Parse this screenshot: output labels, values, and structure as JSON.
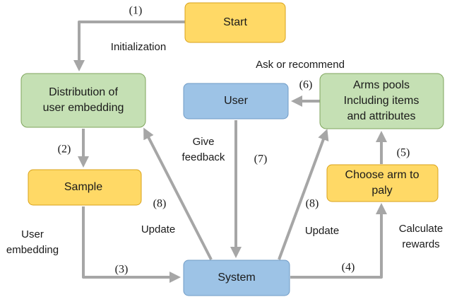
{
  "nodes": {
    "start": {
      "lines": [
        "Start"
      ],
      "color": "#ffd966"
    },
    "distribution": {
      "lines": [
        "Distribution of",
        "user embedding"
      ],
      "color": "#c5e0b4"
    },
    "sample": {
      "lines": [
        "Sample"
      ],
      "color": "#ffd966"
    },
    "user": {
      "lines": [
        "User"
      ],
      "color": "#9dc3e6"
    },
    "arms_pools": {
      "lines": [
        "Arms pools",
        "Including items",
        "and attributes"
      ],
      "color": "#c5e0b4"
    },
    "choose_arm": {
      "lines": [
        "Choose arm to",
        "paly"
      ],
      "color": "#ffd966"
    },
    "system": {
      "lines": [
        "System"
      ],
      "color": "#9dc3e6"
    }
  },
  "step_numbers": {
    "s1": "(1)",
    "s2": "(2)",
    "s3": "(3)",
    "s4": "(4)",
    "s5": "(5)",
    "s6": "(6)",
    "s7": "(7)",
    "s8_left": "(8)",
    "s8_right": "(8)"
  },
  "edge_labels": {
    "initialization": [
      "Initialization"
    ],
    "ask_or_recommend": [
      "Ask or recommend"
    ],
    "give_feedback": [
      "Give",
      "feedback"
    ],
    "update_left": [
      "Update"
    ],
    "update_right": [
      "Update"
    ],
    "user_embedding": [
      "User",
      "embedding"
    ],
    "calculate_rewards": [
      "Calculate",
      "rewards"
    ]
  },
  "colors": {
    "arrow": "#a6a6a6",
    "text": "#1a1a1a"
  }
}
